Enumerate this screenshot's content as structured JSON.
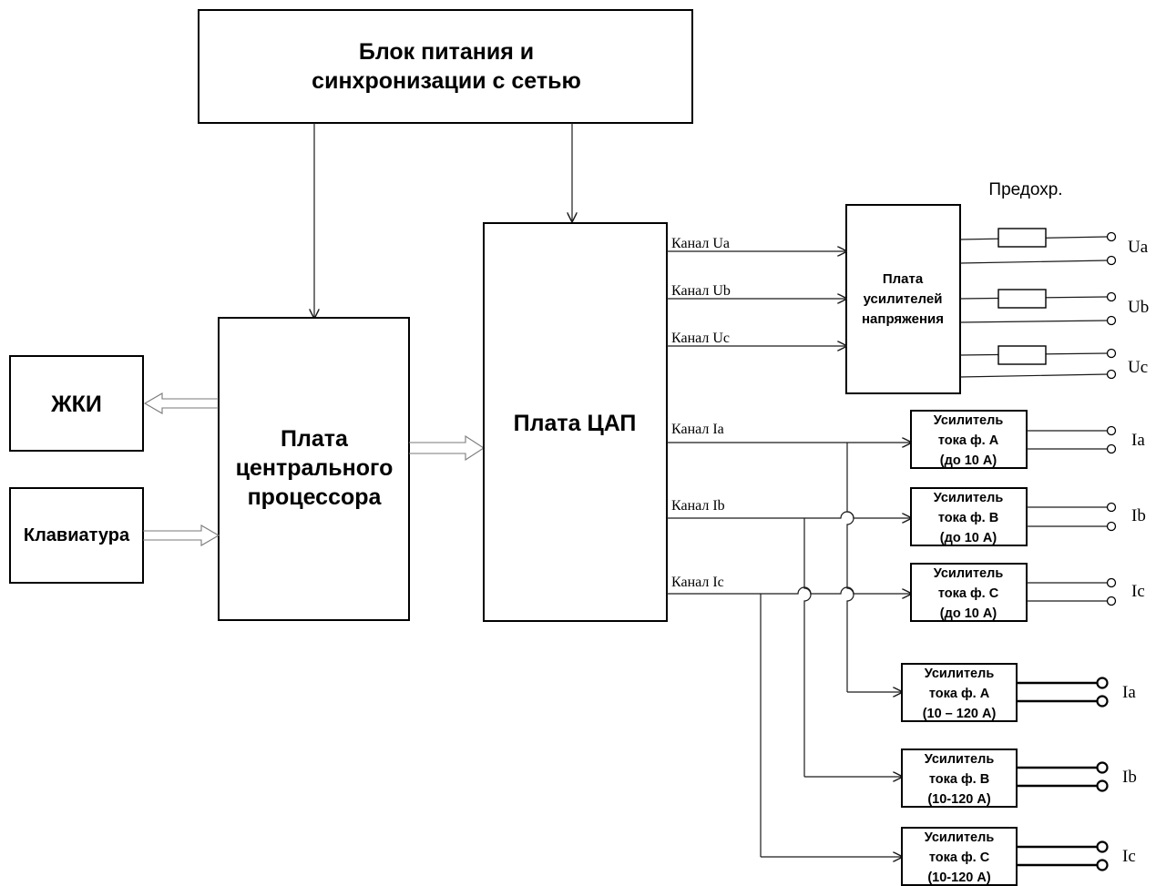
{
  "blocks": {
    "power_line1": "Блок питания и",
    "power_line2": "синхронизации с сетью",
    "lcd": "ЖКИ",
    "keyboard": "Клавиатура",
    "cpu_line1": "Плата",
    "cpu_line2": "центрального",
    "cpu_line3": "процессора",
    "dac": "Плата ЦАП",
    "vamp_line1": "Плата",
    "vamp_line2": "усилителей",
    "vamp_line3": "напряжения",
    "fuse_label": "Предохр."
  },
  "channels": {
    "ua": "Канал Ua",
    "ub": "Канал Ub",
    "uc": "Канал Uc",
    "ia": "Канал Ia",
    "ib": "Канал Ib",
    "ic": "Канал Ic"
  },
  "outputs": {
    "ua": "Ua",
    "ub": "Ub",
    "uc": "Uc",
    "ia1": "Ia",
    "ib1": "Ib",
    "ic1": "Ic",
    "ia2": "Ia",
    "ib2": "Ib",
    "ic2": "Ic"
  },
  "amps_small": [
    {
      "l1": "Усилитель",
      "l2": "тока ф. А",
      "l3": "(до 10 А)"
    },
    {
      "l1": "Усилитель",
      "l2": "тока ф. В",
      "l3": "(до 10 А)"
    },
    {
      "l1": "Усилитель",
      "l2": "тока ф. С",
      "l3": "(до 10 А)"
    }
  ],
  "amps_big": [
    {
      "l1": "Усилитель",
      "l2": "тока ф. А",
      "l3": "(10 – 120 А)"
    },
    {
      "l1": "Усилитель",
      "l2": "тока ф. В",
      "l3": "(10-120 А)"
    },
    {
      "l1": "Усилитель",
      "l2": "тока ф. С",
      "l3": "(10-120 А)"
    }
  ]
}
